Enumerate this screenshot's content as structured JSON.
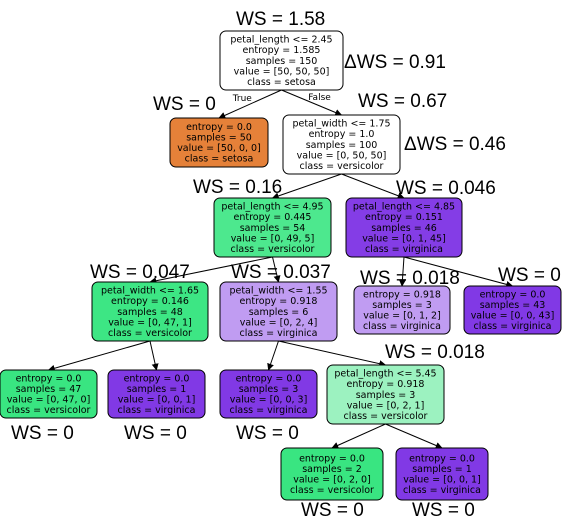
{
  "diagram": {
    "nodes": [
      {
        "id": "n0",
        "lines": [
          "petal_length <= 2.45",
          "entropy = 1.585",
          "samples = 150",
          "value = [50, 50, 50]",
          "class = setosa"
        ],
        "fill": "#ffffff"
      },
      {
        "id": "n1",
        "lines": [
          "entropy = 0.0",
          "samples = 50",
          "value = [50, 0, 0]",
          "class = setosa"
        ],
        "fill": "#e58139"
      },
      {
        "id": "n2",
        "lines": [
          "petal_width <= 1.75",
          "entropy = 1.0",
          "samples = 100",
          "value = [0, 50, 50]",
          "class = versicolor"
        ],
        "fill": "#ffffff"
      },
      {
        "id": "n3",
        "lines": [
          "petal_length <= 4.95",
          "entropy = 0.445",
          "samples = 54",
          "value = [0, 49, 5]",
          "class = versicolor"
        ],
        "fill": "#4de88e"
      },
      {
        "id": "n4",
        "lines": [
          "petal_length <= 4.85",
          "entropy = 0.151",
          "samples = 46",
          "value = [0, 1, 45]",
          "class = virginica"
        ],
        "fill": "#843de6"
      },
      {
        "id": "n5",
        "lines": [
          "petal_width <= 1.65",
          "entropy = 0.146",
          "samples = 48",
          "value = [0, 47, 1]",
          "class = versicolor"
        ],
        "fill": "#3de684"
      },
      {
        "id": "n6",
        "lines": [
          "petal_width <= 1.55",
          "entropy = 0.918",
          "samples = 6",
          "value = [0, 2, 4]",
          "class = virginica"
        ],
        "fill": "#c09cf2"
      },
      {
        "id": "n7",
        "lines": [
          "entropy = 0.918",
          "samples = 3",
          "value = [0, 1, 2]",
          "class = virginica"
        ],
        "fill": "#c09cf2"
      },
      {
        "id": "n8",
        "lines": [
          "entropy = 0.0",
          "samples = 43",
          "value = [0, 0, 43]",
          "class = virginica"
        ],
        "fill": "#8139e5"
      },
      {
        "id": "n9",
        "lines": [
          "entropy = 0.0",
          "samples = 47",
          "value = [0, 47, 0]",
          "class = versicolor"
        ],
        "fill": "#39e581"
      },
      {
        "id": "n10",
        "lines": [
          "entropy = 0.0",
          "samples = 1",
          "value = [0, 0, 1]",
          "class = virginica"
        ],
        "fill": "#8139e5"
      },
      {
        "id": "n11",
        "lines": [
          "entropy = 0.0",
          "samples = 3",
          "value = [0, 0, 3]",
          "class = virginica"
        ],
        "fill": "#8139e5"
      },
      {
        "id": "n12",
        "lines": [
          "petal_length <= 5.45",
          "entropy = 0.918",
          "samples = 3",
          "value = [0, 2, 1]",
          "class = versicolor"
        ],
        "fill": "#9cf2c0"
      },
      {
        "id": "n13",
        "lines": [
          "entropy = 0.0",
          "samples = 2",
          "value = [0, 2, 0]",
          "class = versicolor"
        ],
        "fill": "#39e581"
      },
      {
        "id": "n14",
        "lines": [
          "entropy = 0.0",
          "samples = 1",
          "value = [0, 0, 1]",
          "class = virginica"
        ],
        "fill": "#8139e5"
      }
    ],
    "edges": [
      {
        "from": "n0",
        "to": "n1",
        "label": "True"
      },
      {
        "from": "n0",
        "to": "n2",
        "label": "False"
      },
      {
        "from": "n2",
        "to": "n3",
        "label": ""
      },
      {
        "from": "n2",
        "to": "n4",
        "label": ""
      },
      {
        "from": "n3",
        "to": "n5",
        "label": ""
      },
      {
        "from": "n3",
        "to": "n6",
        "label": ""
      },
      {
        "from": "n4",
        "to": "n7",
        "label": ""
      },
      {
        "from": "n4",
        "to": "n8",
        "label": ""
      },
      {
        "from": "n5",
        "to": "n9",
        "label": ""
      },
      {
        "from": "n5",
        "to": "n10",
        "label": ""
      },
      {
        "from": "n6",
        "to": "n11",
        "label": ""
      },
      {
        "from": "n6",
        "to": "n12",
        "label": ""
      },
      {
        "from": "n12",
        "to": "n13",
        "label": ""
      },
      {
        "from": "n12",
        "to": "n14",
        "label": ""
      }
    ],
    "annotations": [
      {
        "id": "a0",
        "text": "WS = 1.58"
      },
      {
        "id": "a1",
        "text": "ΔWS = 0.91"
      },
      {
        "id": "a2",
        "text": "WS = 0"
      },
      {
        "id": "a3",
        "text": "WS = 0.67"
      },
      {
        "id": "a4",
        "text": "ΔWS = 0.46"
      },
      {
        "id": "a5",
        "text": "WS = 0.16"
      },
      {
        "id": "a6",
        "text": "WS = 0.046"
      },
      {
        "id": "a7",
        "text": "WS = 0.047"
      },
      {
        "id": "a8",
        "text": "WS = 0.037"
      },
      {
        "id": "a9",
        "text": "WS = 0.018"
      },
      {
        "id": "a10",
        "text": "WS = 0"
      },
      {
        "id": "a11",
        "text": "WS = 0.018"
      },
      {
        "id": "a12",
        "text": "WS = 0"
      },
      {
        "id": "a13",
        "text": "WS = 0"
      },
      {
        "id": "a14",
        "text": "WS = 0"
      },
      {
        "id": "a15",
        "text": "WS = 0"
      },
      {
        "id": "a16",
        "text": "WS = 0"
      }
    ]
  }
}
